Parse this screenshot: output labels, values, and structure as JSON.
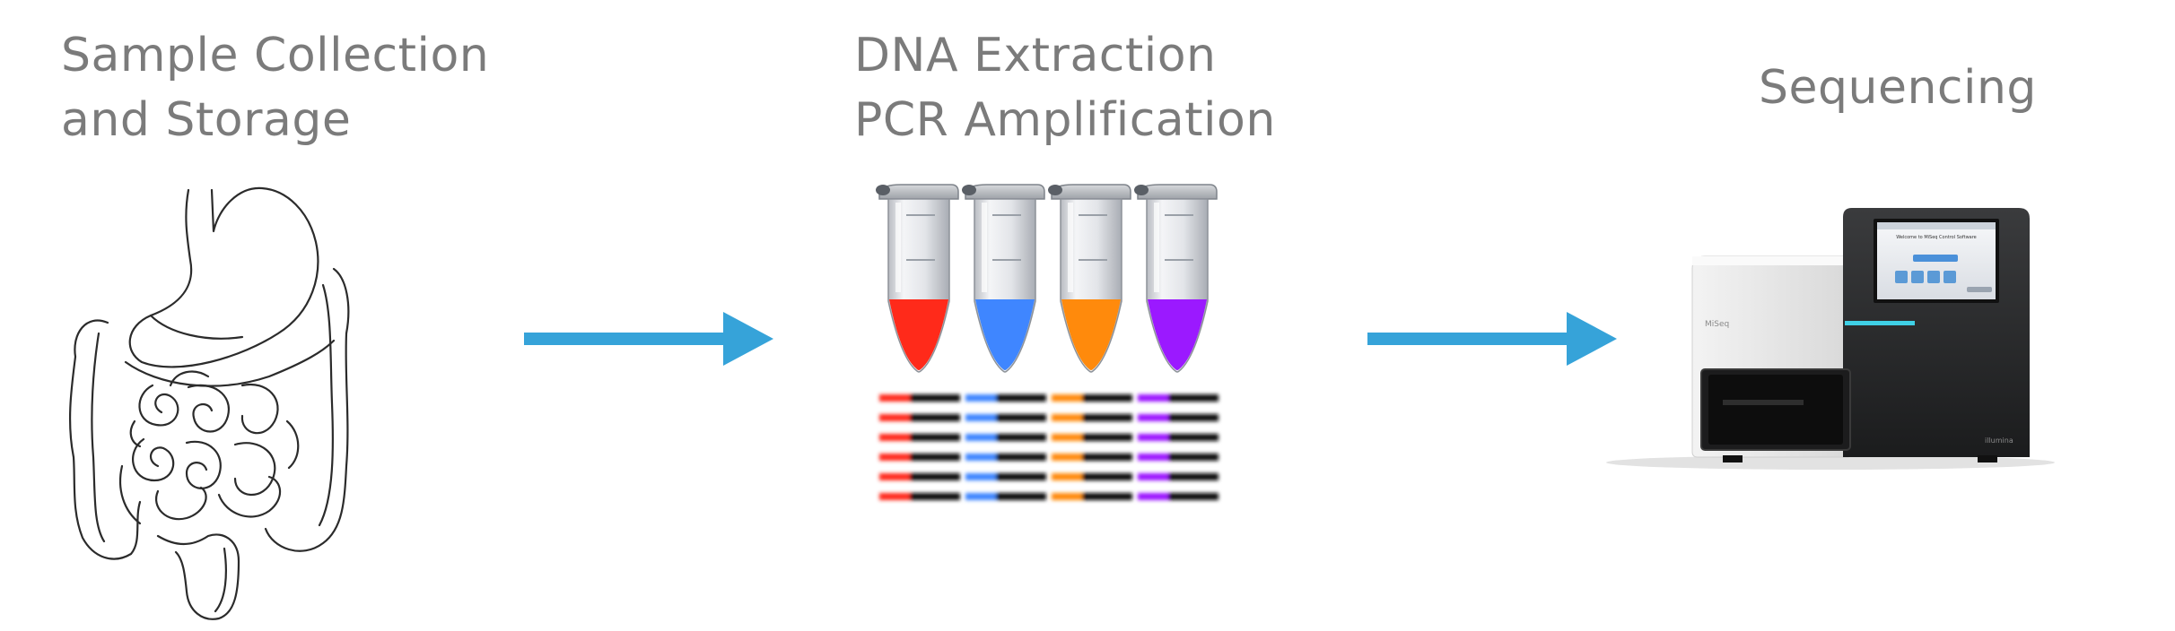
{
  "steps": [
    {
      "title_lines": [
        "Sample Collection",
        "and Storage"
      ],
      "icon": "digestive-tract-icon"
    },
    {
      "title_lines": [
        "DNA Extraction",
        "PCR Amplification"
      ],
      "icon": "pcr-tubes-icon"
    },
    {
      "title_lines": [
        "Sequencing"
      ],
      "icon": "sequencer-icon"
    }
  ],
  "arrow_color": "#36a3d9",
  "tube_colors": [
    "#ff2a1a",
    "#3f86ff",
    "#ff8a0c",
    "#9b19ff"
  ],
  "sequencer_screen_title": "Welcome to MiSeq Control Software",
  "sequencer_brand": "MiSeq",
  "sequencer_maker": "illumina"
}
